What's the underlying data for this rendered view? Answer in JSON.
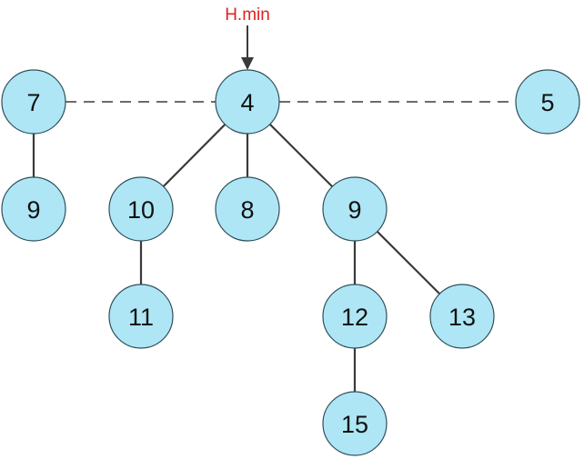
{
  "pointer": {
    "label": "H.min",
    "color": "#e02020",
    "target": "n4"
  },
  "nodes": [
    {
      "id": "n7",
      "label": "7"
    },
    {
      "id": "n4",
      "label": "4"
    },
    {
      "id": "n5",
      "label": "5"
    },
    {
      "id": "n9a",
      "label": "9"
    },
    {
      "id": "n10",
      "label": "10"
    },
    {
      "id": "n8",
      "label": "8"
    },
    {
      "id": "n9b",
      "label": "9"
    },
    {
      "id": "n11",
      "label": "11"
    },
    {
      "id": "n12",
      "label": "12"
    },
    {
      "id": "n13",
      "label": "13"
    },
    {
      "id": "n15",
      "label": "15"
    }
  ],
  "root_list": [
    "n7",
    "n4",
    "n5"
  ],
  "tree_edges": [
    [
      "n7",
      "n9a"
    ],
    [
      "n4",
      "n10"
    ],
    [
      "n4",
      "n8"
    ],
    [
      "n4",
      "n9b"
    ],
    [
      "n10",
      "n11"
    ],
    [
      "n9b",
      "n12"
    ],
    [
      "n9b",
      "n13"
    ],
    [
      "n12",
      "n15"
    ]
  ]
}
